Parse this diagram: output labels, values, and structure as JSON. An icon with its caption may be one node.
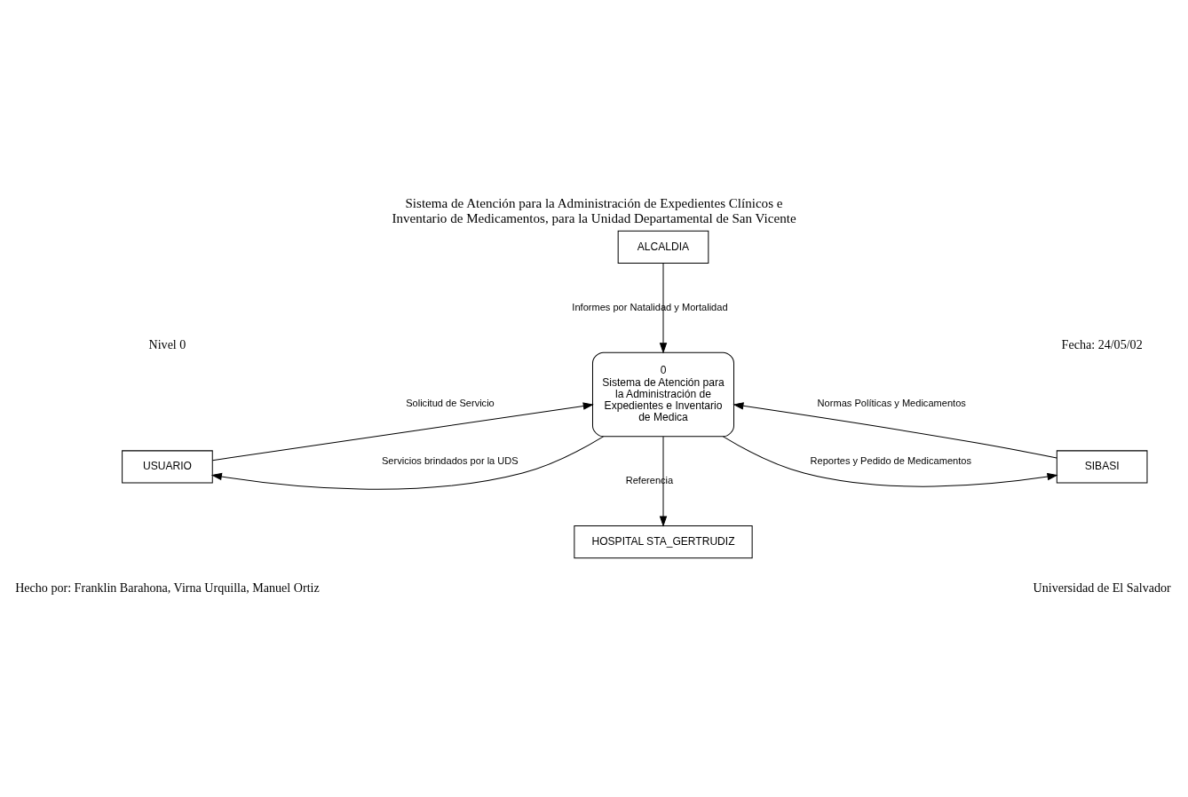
{
  "diagram": {
    "title": "Sistema de Atención para la Administración de Expedientes Clínicos e Inventario de Medicamentos, para la Unidad Departamental de San Vicente",
    "nodes": [
      {
        "text": [
          "HOSPITAL STA_GERTRUDIZ"
        ]
      },
      {
        "text": [
          "USUARIO"
        ]
      },
      {
        "text": [
          "0",
          "Sistema de Atención para la Administración de Expedientes e Inventario de Medica"
        ]
      },
      {
        "text": [
          "SIBASI"
        ]
      },
      {
        "text": [
          "ALCALDIA"
        ]
      }
    ],
    "edges": [
      {
        "from": 2,
        "to": 0,
        "arrow": "to",
        "label": "Referencia"
      },
      {
        "from": 2,
        "to": 1,
        "arrow": "to",
        "label": "Servicios brindados por la UDS"
      },
      {
        "from": 1,
        "to": 2,
        "arrow": "to",
        "label": "Solicitud de Servicio"
      },
      {
        "from": 2,
        "to": 3,
        "arrow": "to",
        "label": "Reportes y Pedido de Medicamentos"
      },
      {
        "from": 3,
        "to": 2,
        "arrow": "to",
        "label": "Normas Políticas y Medicamentos"
      },
      {
        "from": 4,
        "to": 2,
        "arrow": "to",
        "label": "Informes por Natalidad y Mortalidad"
      }
    ],
    "labels": [
      "Nivel 0",
      "Fecha: 24/05/02",
      "Hecho por: Franklin Barahona, Virna Urquilla, Manuel Ortiz",
      "Universidad de El Salvador"
    ]
  }
}
